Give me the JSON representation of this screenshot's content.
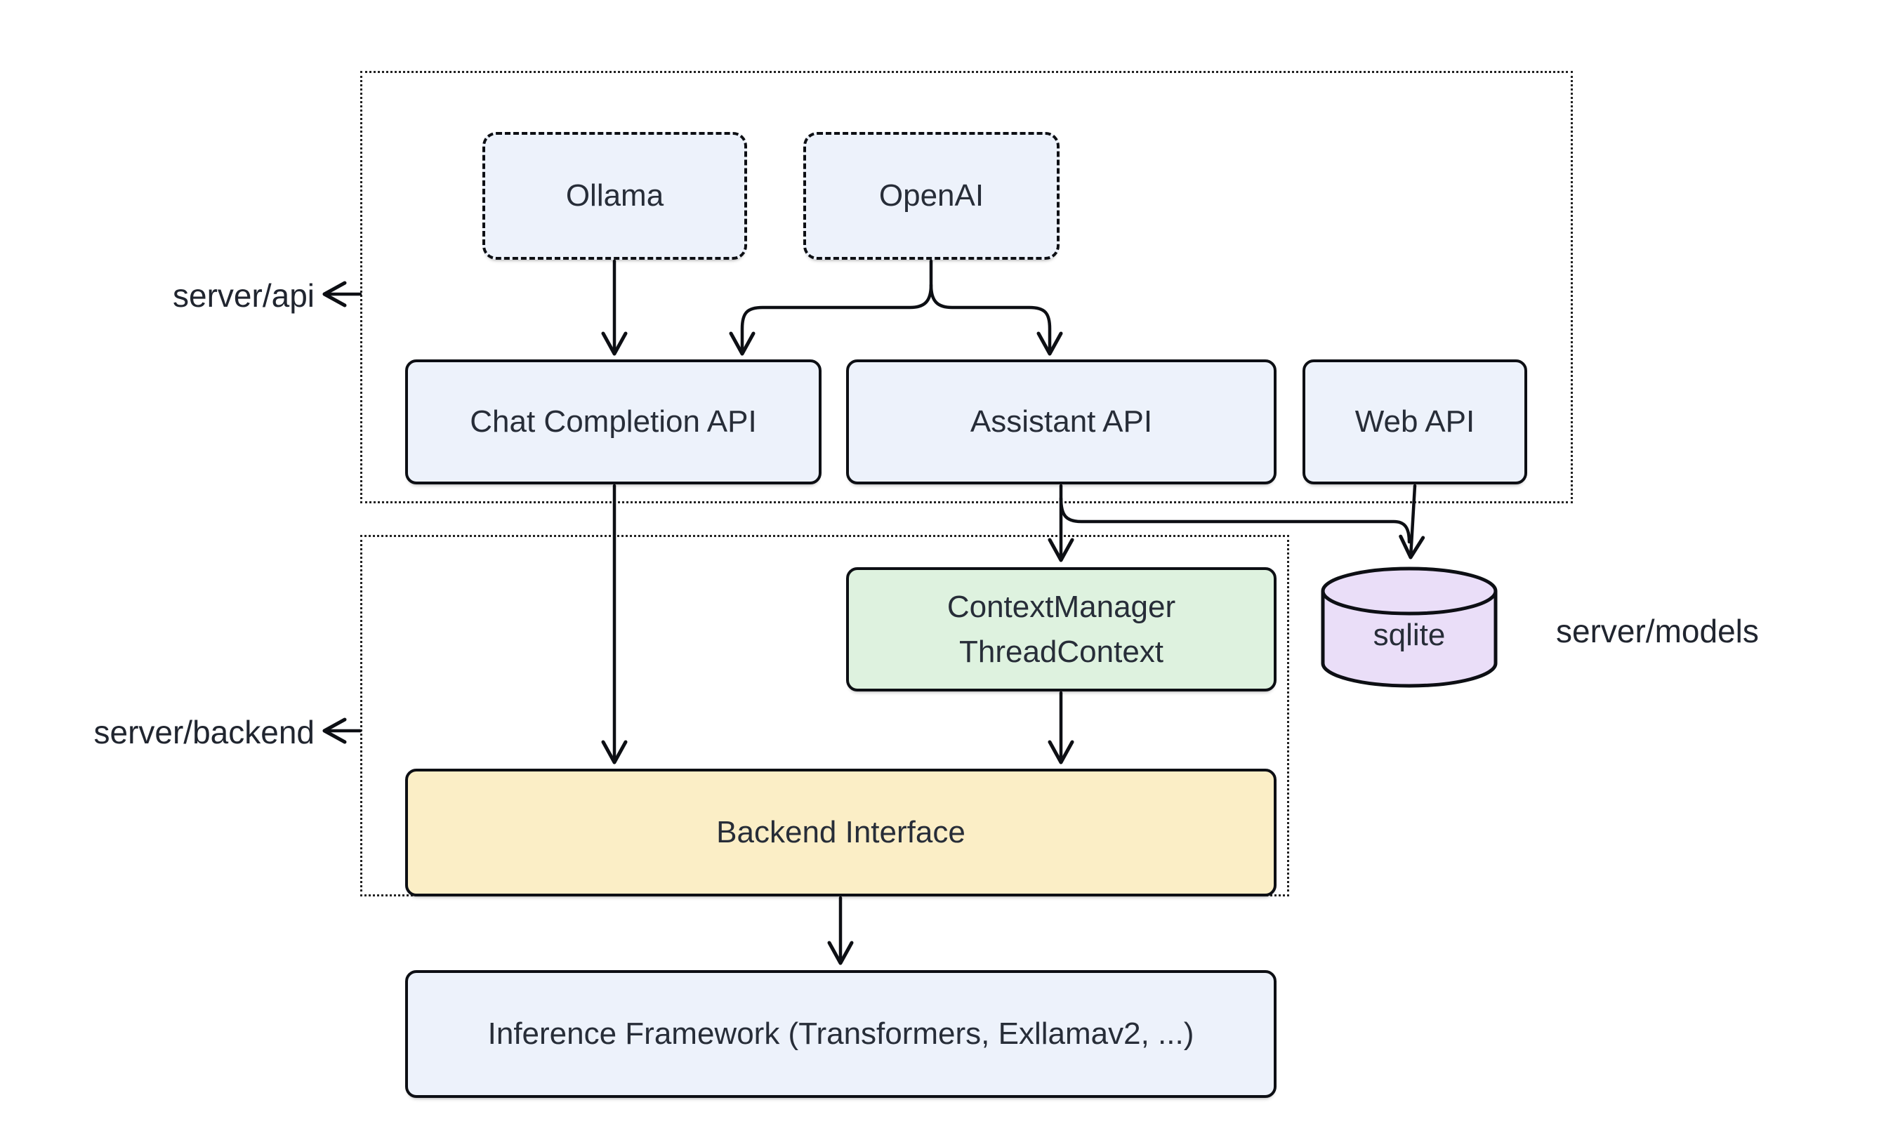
{
  "diagram": {
    "containers": {
      "api": {
        "label": "server/api"
      },
      "backend": {
        "label": "server/backend"
      },
      "models": {
        "label": "server/models"
      }
    },
    "nodes": {
      "ollama": "Ollama",
      "openai": "OpenAI",
      "chat_completion": "Chat Completion API",
      "assistant": "Assistant API",
      "web_api": "Web API",
      "context_line1": "ContextManager",
      "context_line2": "ThreadContext",
      "sqlite": "sqlite",
      "backend_interface": "Backend Interface",
      "inference": "Inference Framework (Transformers, Exllamav2, ...)"
    },
    "colors": {
      "node_blue": "#edf2fb",
      "node_green": "#def2df",
      "node_yellow": "#fbeec6",
      "node_purple": "#eadef8",
      "outline": "#0d0f14",
      "dotted_border": "#222222",
      "text": "#272d38",
      "background": "#ffffff"
    }
  }
}
